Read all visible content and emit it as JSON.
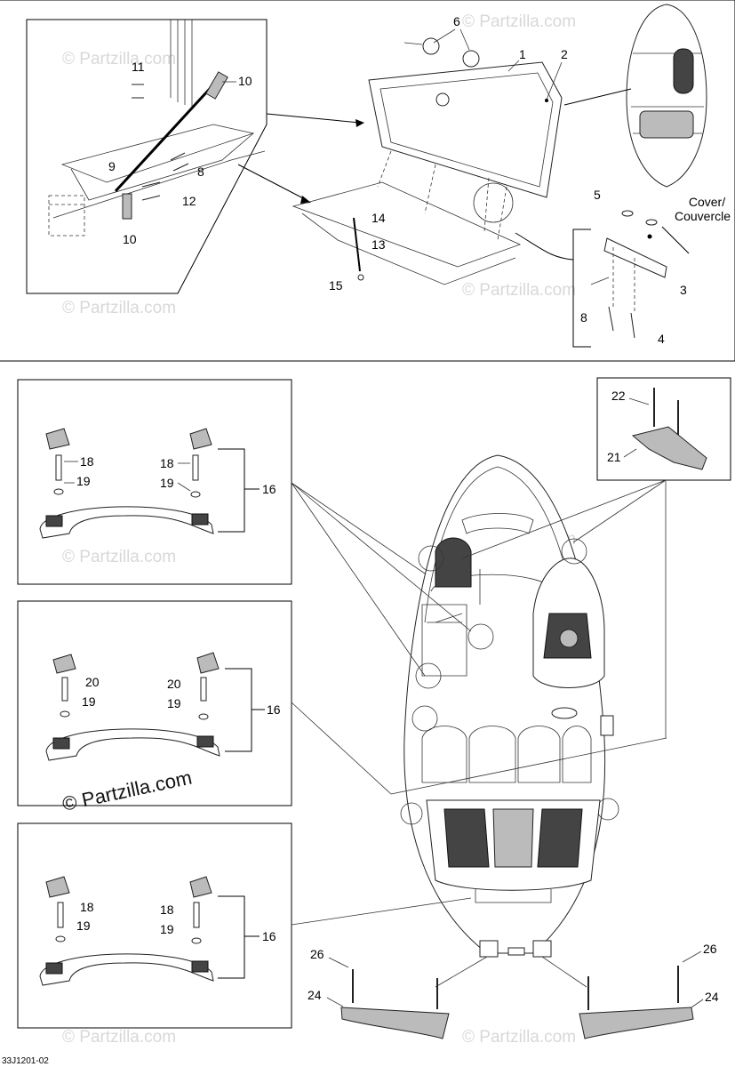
{
  "diagram_code": "33J1201-02",
  "watermark": "© Partzilla.com",
  "watermark_prominent": "© Partzilla.com",
  "cover_label": "Cover/\nCouvercle",
  "callouts": {
    "c1": "1",
    "c2": "2",
    "c3": "3",
    "c4": "4",
    "c5": "5",
    "c6": "6",
    "c8": "8",
    "c8b": "8",
    "c9": "9",
    "c10a": "10",
    "c10b": "10",
    "c11": "11",
    "c12": "12",
    "c13": "13",
    "c14": "14",
    "c15": "15",
    "c16a": "16",
    "c16b": "16",
    "c16c": "16",
    "c18a": "18",
    "c18b": "18",
    "c18c": "18",
    "c18d": "18",
    "c19a": "19",
    "c19b": "19",
    "c19c": "19",
    "c19d": "19",
    "c19e": "19",
    "c19f": "19",
    "c20a": "20",
    "c20b": "20",
    "c21": "21",
    "c22": "22",
    "c24a": "24",
    "c24b": "24",
    "c26a": "26",
    "c26b": "26"
  }
}
